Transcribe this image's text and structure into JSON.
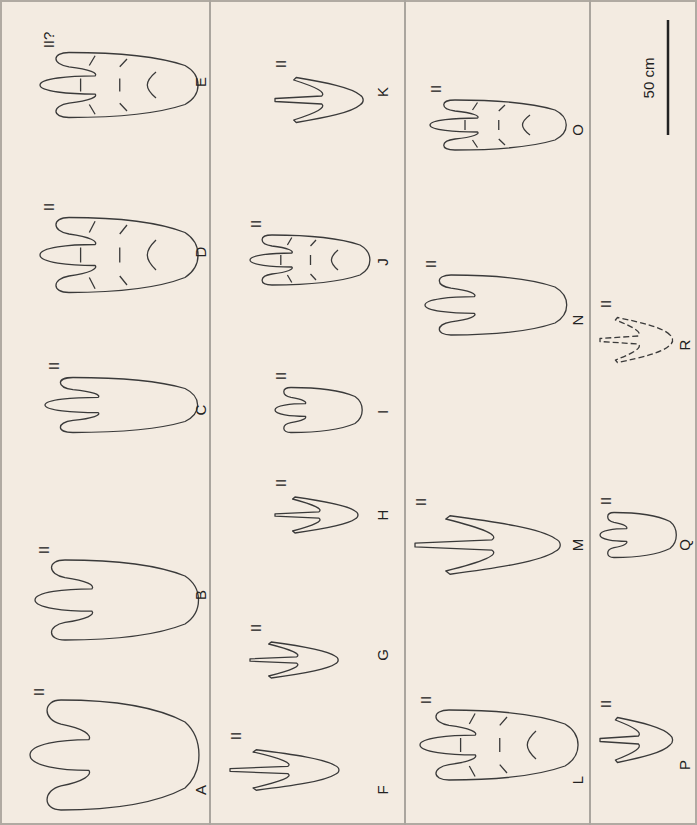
{
  "diagram": {
    "labels": [
      "A",
      "II",
      "B",
      "II",
      "C",
      "II",
      "D",
      "II",
      "E",
      "II?",
      "F",
      "II",
      "G",
      "II",
      "H",
      "II",
      "I",
      "II",
      "J",
      "II",
      "K",
      "II",
      "L",
      "II",
      "M",
      "II",
      "N",
      "II",
      "O",
      "II",
      "P",
      "II",
      "Q",
      "II",
      "R",
      "II",
      "50 cm"
    ]
  }
}
